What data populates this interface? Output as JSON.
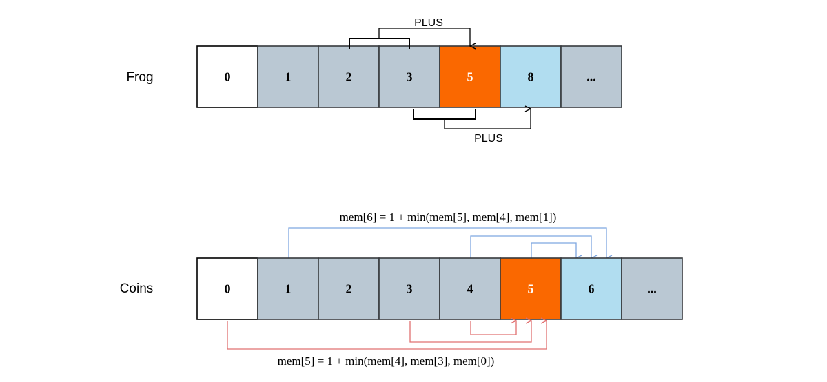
{
  "colors": {
    "empty": "#ffffff",
    "gray": "#bac8d3",
    "orange": "#fa6800",
    "blue": "#b1ddf0",
    "border": "#36393d",
    "red_arrow": "#e07070",
    "blue_arrow": "#7ea6e0"
  },
  "frog": {
    "label": "Frog",
    "cells": [
      {
        "text": "0",
        "fill": "empty"
      },
      {
        "text": "1",
        "fill": "gray"
      },
      {
        "text": "2",
        "fill": "gray"
      },
      {
        "text": "3",
        "fill": "gray"
      },
      {
        "text": "5",
        "fill": "orange"
      },
      {
        "text": "8",
        "fill": "blue"
      },
      {
        "text": "...",
        "fill": "gray"
      }
    ],
    "top_arrow_label": "PLUS",
    "bottom_arrow_label": "PLUS"
  },
  "coins": {
    "label": "Coins",
    "cells": [
      {
        "text": "0",
        "fill": "empty"
      },
      {
        "text": "1",
        "fill": "gray"
      },
      {
        "text": "2",
        "fill": "gray"
      },
      {
        "text": "3",
        "fill": "gray"
      },
      {
        "text": "4",
        "fill": "gray"
      },
      {
        "text": "5",
        "fill": "orange"
      },
      {
        "text": "6",
        "fill": "blue"
      },
      {
        "text": "...",
        "fill": "gray"
      }
    ],
    "top_formula": "mem[6] = 1 + min(mem[5], mem[4], mem[1])",
    "bottom_formula": "mem[5] = 1 + min(mem[4], mem[3], mem[0])"
  }
}
